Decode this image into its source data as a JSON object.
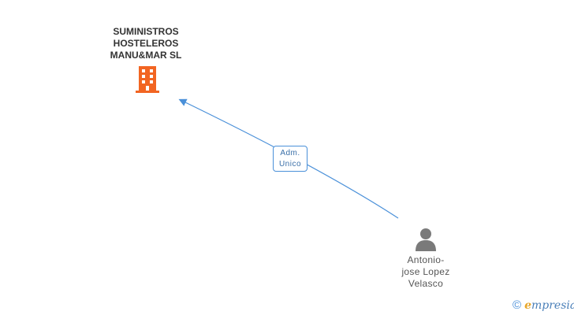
{
  "company": {
    "name_lines": [
      "SUMINISTROS",
      "HOSTELEROS",
      "MANU&MAR SL"
    ],
    "icon": "building-icon",
    "icon_color": "#f26522"
  },
  "relation": {
    "label_lines": [
      "Adm.",
      "Unico"
    ],
    "edge_color": "#4a90d9"
  },
  "person": {
    "name_lines": [
      "Antonio-",
      "jose Lopez",
      "Velasco"
    ],
    "icon": "person-icon",
    "icon_color": "#7a7a7a"
  },
  "footer": {
    "copyright_symbol": "©",
    "brand_initial": "e",
    "brand_rest": "mpresia"
  }
}
